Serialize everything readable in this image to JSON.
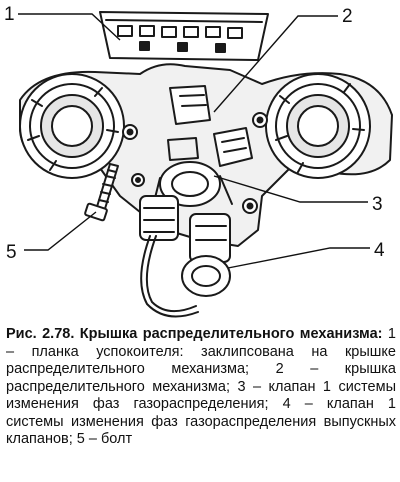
{
  "figure": {
    "callouts": [
      {
        "id": "1",
        "label": "1"
      },
      {
        "id": "2",
        "label": "2"
      },
      {
        "id": "3",
        "label": "3"
      },
      {
        "id": "4",
        "label": "4"
      },
      {
        "id": "5",
        "label": "5"
      }
    ]
  },
  "caption": {
    "title": "Рис. 2.78. Крышка распределительного механизма:",
    "body": "1 – планка успокоителя: заклипсована на крышке распределительного механизма; 2 – крышка распределительного механизма; 3 – клапан 1 системы изменения фаз газораспределения; 4 – клапан 1 системы изменения фаз газораспределения выпускных клапанов; 5 – болт"
  }
}
